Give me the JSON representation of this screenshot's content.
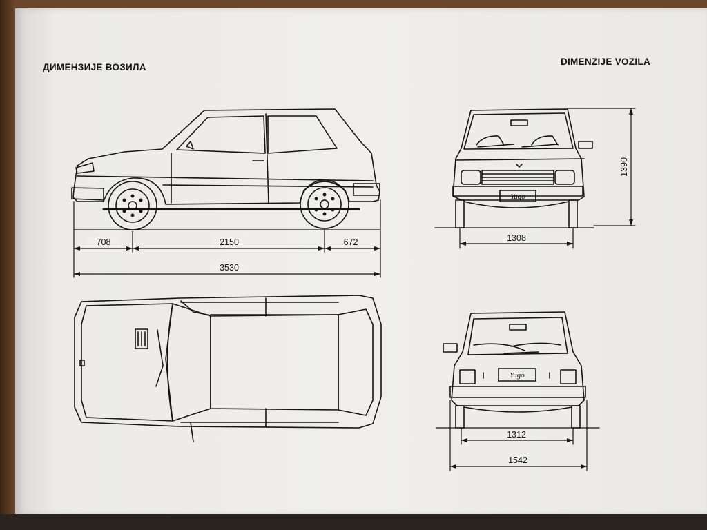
{
  "headings": {
    "left": "ДИМЕНЗИЈЕ ВОЗИЛА",
    "right": "DIMENZIJE VOZILA"
  },
  "dimensions": {
    "front_overhang": "708",
    "wheelbase": "2150",
    "rear_overhang": "672",
    "overall_length": "3530",
    "height": "1390",
    "front_track": "1308",
    "rear_track": "1312",
    "overall_width": "1542"
  },
  "badges": {
    "front": "Yugo",
    "rear": "Yugo"
  },
  "colors": {
    "paper": "#efeeec",
    "ink": "#141414",
    "table": "#5a3a22"
  }
}
